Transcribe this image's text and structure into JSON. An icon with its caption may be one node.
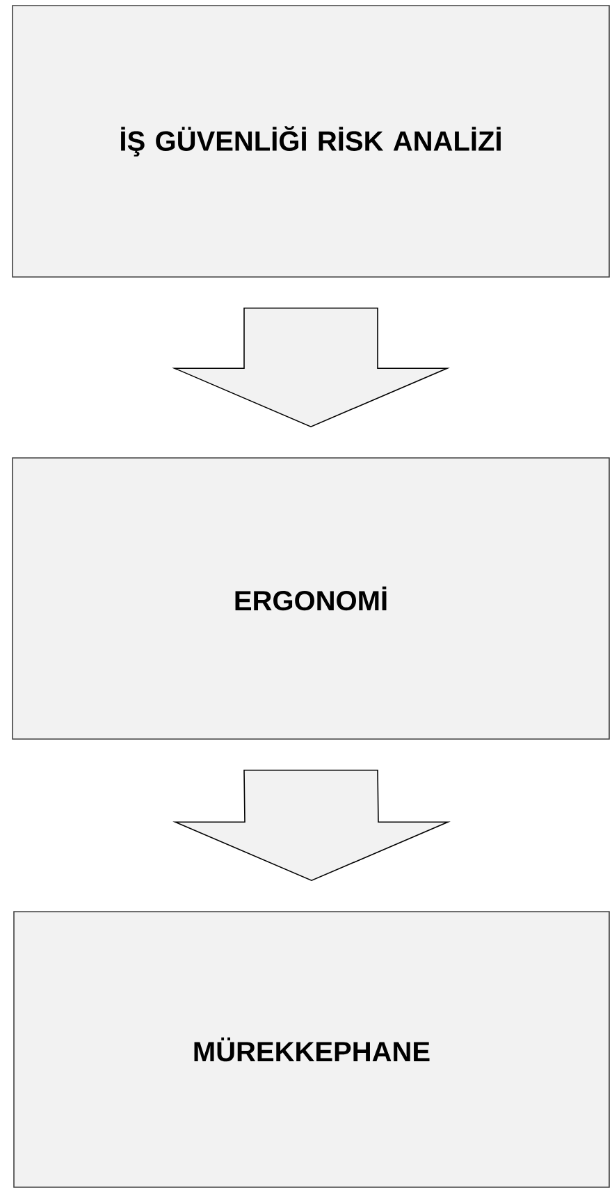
{
  "diagram": {
    "nodes": [
      {
        "text": [
          "İŞ GÜVENLİĞİ RİSK ANALİZİ"
        ]
      },
      {
        "text": [
          "ERGONOMİ"
        ]
      },
      {
        "text": [
          "MÜREKKEPHANE"
        ]
      }
    ],
    "edges": [
      {
        "from": 0,
        "to": 1,
        "arrow": "to"
      },
      {
        "from": 1,
        "to": 2,
        "arrow": "to"
      }
    ]
  }
}
